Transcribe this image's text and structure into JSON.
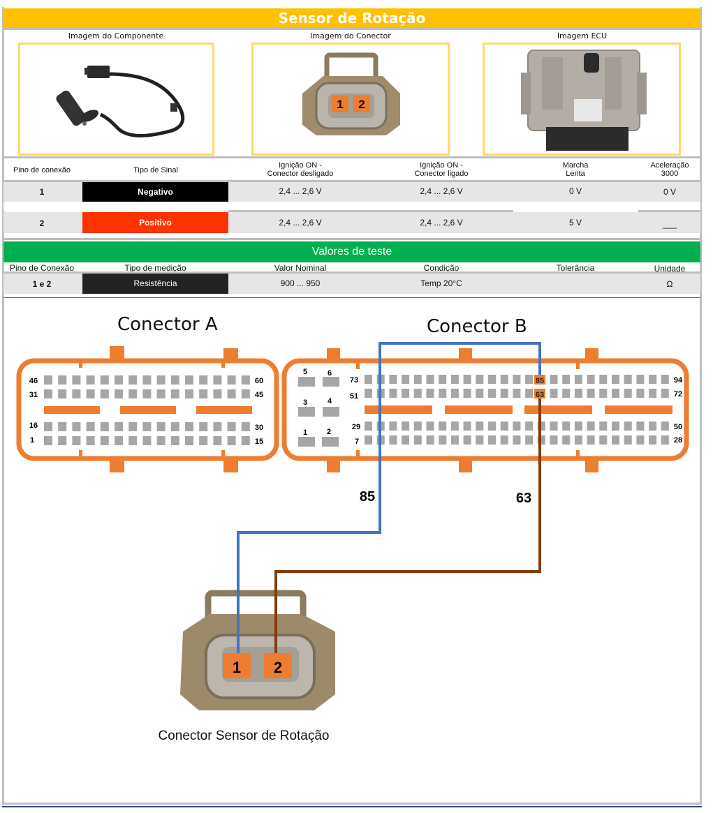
{
  "header": {
    "title": "Sensor de Rotação"
  },
  "images": {
    "component_label": "Imagem do Componente",
    "connector_label": "Imagem do Conector",
    "ecu_label": "Imagem ECU",
    "connector_pins": [
      "1",
      "2"
    ]
  },
  "signal_table": {
    "headers": {
      "pin": "Pino de conexão",
      "signal_type": "Tipo de Sinal",
      "ign_off_line1": "Ignição ON -",
      "ign_off_line2": "Conector desligado",
      "ign_on_line1": "Ignição ON -",
      "ign_on_line2": "Conector ligado",
      "idle_line1": "Marcha",
      "idle_line2": "Lenta",
      "accel_line1": "Aceleração",
      "accel_line2": "3000"
    },
    "rows": [
      {
        "pin": "1",
        "signal_type": "Negativo",
        "signal_color": "#000000",
        "ign_disconnected": "2,4 ... 2,6 V",
        "ign_connected": "2,4 ... 2,6 V",
        "idle": "0 V",
        "accel_3000": "0 V"
      },
      {
        "pin": "2",
        "signal_type": "Positivo",
        "signal_color": "#ff3300",
        "ign_disconnected": "2,4 ... 2,6 V",
        "ign_connected": "2,4 ... 2,6 V",
        "idle": "5 V",
        "accel_3000": "___"
      }
    ]
  },
  "test_values": {
    "title": "Valores de teste",
    "headers": {
      "pin": "Pino de Conexão",
      "measurement_type": "Tipo de medição",
      "nominal": "Valor Nominal",
      "condition": "Condição",
      "tolerance": "Tolerância",
      "unit": "Unidade"
    },
    "rows": [
      {
        "pin": "1 e 2",
        "measurement_type": "Resistência",
        "nominal": "900 ... 950",
        "condition": "Temp 20°C",
        "tolerance": "",
        "unit": "Ω"
      }
    ]
  },
  "diagram": {
    "connector_a": {
      "title": "Conector A",
      "row_labels_left": [
        "46",
        "31",
        "16",
        "1"
      ],
      "row_labels_right": [
        "60",
        "45",
        "30",
        "15"
      ]
    },
    "connector_b": {
      "title": "Conector B",
      "side_pins": [
        "5",
        "6",
        "3",
        "4",
        "1",
        "2"
      ],
      "row_labels_left": [
        "73",
        "51",
        "29",
        "7"
      ],
      "row_labels_right": [
        "94",
        "72",
        "50",
        "28"
      ],
      "highlighted_pins": [
        "85",
        "63"
      ]
    },
    "wires": [
      {
        "ecu_pin": "85",
        "sensor_pin": "1",
        "color": "#4472c4"
      },
      {
        "ecu_pin": "63",
        "sensor_pin": "2",
        "color": "#843c0c"
      }
    ],
    "sensor_connector_label": "Conector Sensor de Rotação",
    "sensor_pins": [
      "1",
      "2"
    ]
  },
  "colors": {
    "title_bar": "#ffc000",
    "image_border": "#ffd966",
    "test_bar": "#00b050",
    "connector_outline": "#ed7d31",
    "pin_gray": "#a6a6a6"
  }
}
